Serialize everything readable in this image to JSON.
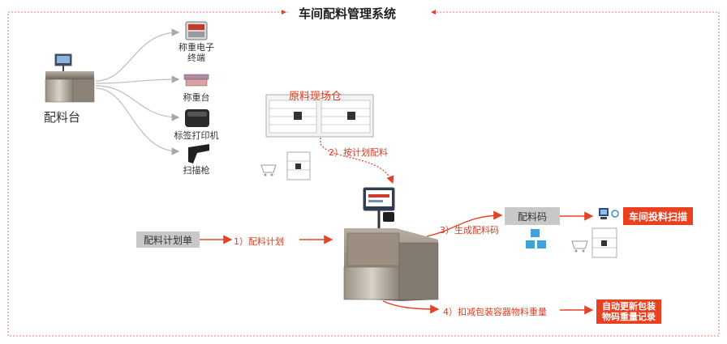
{
  "title": "车间配料管理系统",
  "station": {
    "label": "配料台"
  },
  "devices": [
    {
      "name": "weighing-terminal",
      "label_line1": "称重电子",
      "label_line2": "终端"
    },
    {
      "name": "weighing-platform",
      "label_line1": "称重台",
      "label_line2": ""
    },
    {
      "name": "label-printer",
      "label_line1": "标签打印机",
      "label_line2": ""
    },
    {
      "name": "scanner-gun",
      "label_line1": "扫描枪",
      "label_line2": ""
    }
  ],
  "warehouse": {
    "title": "原料现场仓"
  },
  "input_doc": {
    "label": "配料计划单"
  },
  "code_box": {
    "label": "配料码"
  },
  "scan_box": {
    "label": "车间投料扫描"
  },
  "record_box": {
    "line1": "自动更新包装",
    "line2": "物码重量记录"
  },
  "steps": [
    {
      "label": "1）配料计划"
    },
    {
      "label": "2）按计划配料"
    },
    {
      "label": "3）生成配料码"
    },
    {
      "label": "4）扣减包装容器物料重量"
    }
  ],
  "colors": {
    "accent_red": "#e9401f",
    "arrow_red": "#e0452a",
    "border_red": "#e07a6a",
    "gray_box": "#c8c8c8"
  }
}
